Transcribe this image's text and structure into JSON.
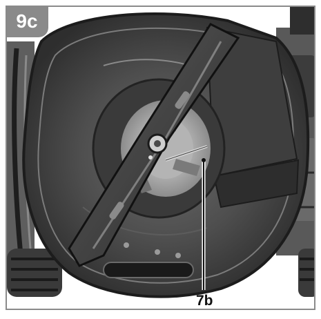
{
  "figure": {
    "step_label": "9c",
    "callout_label": "7b",
    "colors": {
      "frame": "#8a8a8a",
      "deck": "#4a4a4a",
      "deck_dark": "#2a2a2a",
      "blade": "#3a3a3a",
      "background": "#ffffff"
    },
    "icons": [
      "mower-deck-underside",
      "mower-blade",
      "blade-bolt",
      "wheel"
    ]
  }
}
